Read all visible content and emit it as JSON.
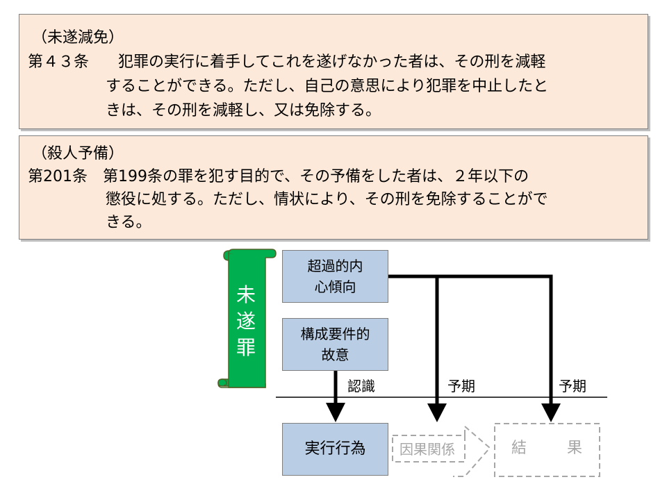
{
  "article_43": {
    "heading": "（未遂減免）",
    "number": "第４３条",
    "line1": "犯罪の実行に着手してこれを遂げなかった者は、その刑を減軽",
    "line2": "することができる。ただし、自己の意思により犯罪を中止したと",
    "line3": "きは、その刑を減軽し、又は免除する。"
  },
  "article_201": {
    "heading": "（殺人予備）",
    "number": "第201条",
    "line1": "第199条の罪を犯す目的で、その予備をした者は、２年以下の",
    "line2": "懲役に処する。ただし、情状により、その刑を免除することがで",
    "line3": "きる。"
  },
  "diagram": {
    "scroll": {
      "char1": "未",
      "char2": "遂",
      "char3": "罪",
      "color": "#00b050"
    },
    "intention_box": {
      "line1": "超過的内",
      "line2": "心傾向"
    },
    "intent_box": {
      "line1": "構成要件的",
      "line2": "故意"
    },
    "act_box": "実行行為",
    "label_recognition": "認識",
    "label_foresight_1": "予期",
    "label_foresight_2": "予期",
    "causation": "因果関係",
    "result_char1": "結",
    "result_char2": "果",
    "box_color": "#b9cde5",
    "panel_color": "#fde9d9"
  }
}
